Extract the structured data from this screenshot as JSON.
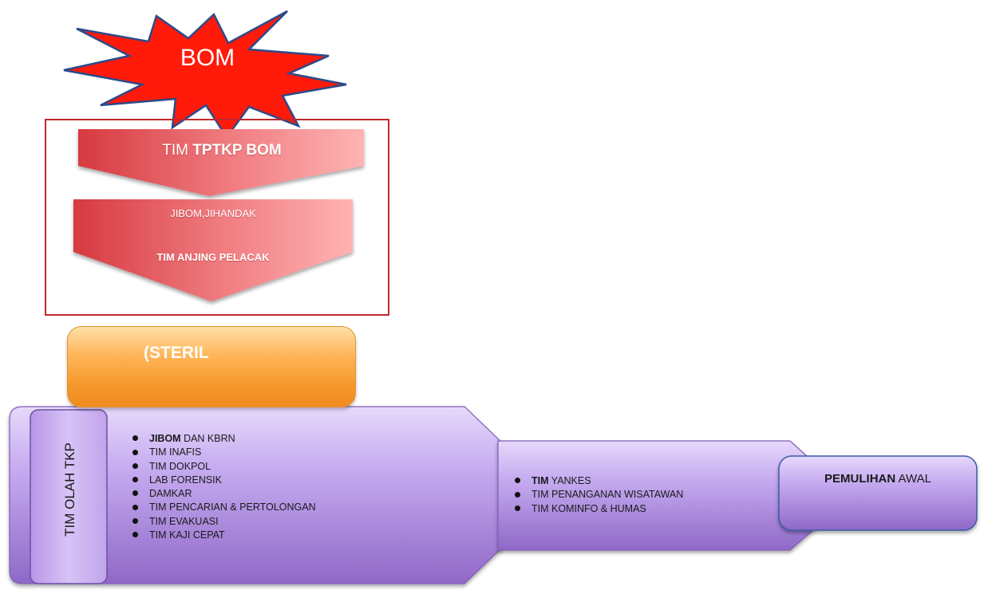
{
  "burst": {
    "label": "BOM",
    "fill": "#ff1a0a",
    "stroke": "#2c4a8a"
  },
  "chevron1": {
    "label_prefix": "TIM ",
    "label_bold": "TPTKP BOM"
  },
  "chevron2": {
    "line1": "JIBOM,JIHANDAK",
    "line2": "TIM ANJING PELACAK"
  },
  "steril": {
    "label": "(STERIL",
    "color": "#f59a2e"
  },
  "olah_tkp": {
    "label": "TIM OLAH TKP"
  },
  "list1": {
    "items": [
      {
        "bold": "JIBOM",
        "rest": " DAN KBRN"
      },
      {
        "bold": "",
        "rest": "TIM INAFIS"
      },
      {
        "bold": "",
        "rest": "TIM DOKPOL"
      },
      {
        "bold": "",
        "rest": "LAB FORENSIK"
      },
      {
        "bold": "",
        "rest": "DAMKAR"
      },
      {
        "bold": "",
        "rest": "TIM PENCARIAN & PERTOLONGAN"
      },
      {
        "bold": "",
        "rest": "TIM EVAKUASI"
      },
      {
        "bold": "",
        "rest": "TIM KAJI CEPAT"
      }
    ]
  },
  "list2": {
    "items": [
      {
        "bold": "TIM",
        "rest": " YANKES"
      },
      {
        "bold": "",
        "rest": "TIM PENANGANAN WISATAWAN"
      },
      {
        "bold": "",
        "rest": "TIM KOMINFO & HUMAS"
      }
    ]
  },
  "pemulihan": {
    "bold": "PEMULIHAN",
    "rest": " AWAL"
  },
  "colors": {
    "purple": "#a98bd9",
    "red_chevron": "#e44a4f",
    "frame": "#c0282d"
  }
}
